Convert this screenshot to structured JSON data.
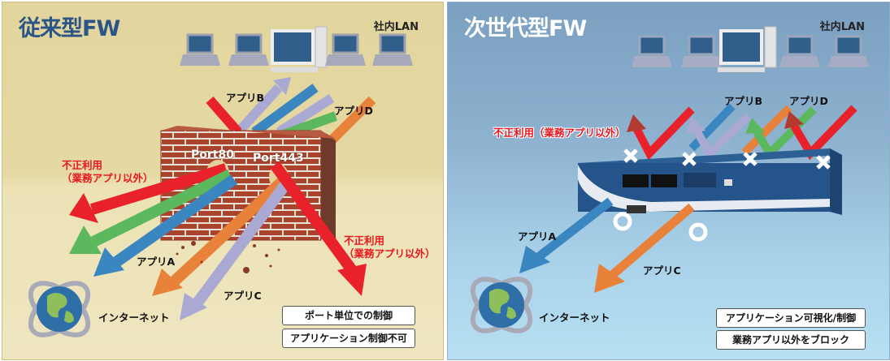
{
  "left_panel": {
    "title": "従来型FW",
    "lan_label": "社内LAN",
    "wall_ports": [
      "Port80",
      "Port443"
    ],
    "apps": {
      "a": "アプリA",
      "b": "アプリB",
      "c": "アプリC",
      "d": "アプリD"
    },
    "misuse_label_line1": "不正利用",
    "misuse_label_line2": "（業務アプリ以外）",
    "internet_label": "インターネット",
    "summary": [
      "ポート単位での制御",
      "アプリケーション制御不可"
    ]
  },
  "right_panel": {
    "title": "次世代型FW",
    "lan_label": "社内LAN",
    "apps": {
      "a": "アプリA",
      "b": "アプリB",
      "c": "アプリC",
      "d": "アプリD"
    },
    "misuse_label": "不正利用（業務アプリ以外）",
    "internet_label": "インターネット",
    "blocked_marks": 4,
    "allowed_marks": 2,
    "summary": [
      "アプリケーション可視化/制御",
      "業務アプリ以外をブロック"
    ]
  },
  "colors": {
    "red": "#e8212b",
    "blue": "#3a86c0",
    "green": "#5cb85c",
    "orange": "#e8823a",
    "lavender": "#a9a9d4",
    "brick": "#a9432e",
    "title_blue": "#2b5586"
  }
}
